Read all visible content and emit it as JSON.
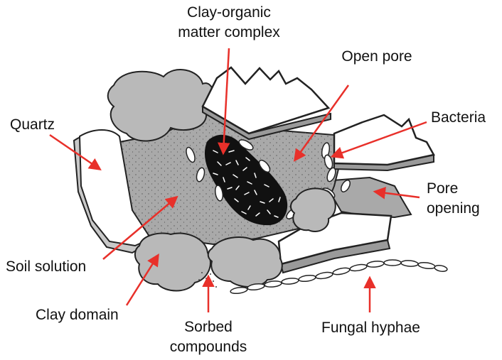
{
  "diagram": {
    "labels": {
      "clay_organic_1": "Clay-organic",
      "clay_organic_2": "matter complex",
      "open_pore": "Open pore",
      "quartz": "Quartz",
      "bacteria": "Bacteria",
      "pore_opening_1": "Pore",
      "pore_opening_2": "opening",
      "soil_solution": "Soil solution",
      "clay_domain": "Clay domain",
      "sorbed_1": "Sorbed",
      "sorbed_2": "compounds",
      "fungal_hyphae": "Fungal hyphae"
    },
    "colors": {
      "arrow": "#e8302a",
      "solution": "#a9a9a9",
      "clay": "#b9b9b9",
      "outline": "#222222",
      "mineral": "#ffffff"
    }
  }
}
